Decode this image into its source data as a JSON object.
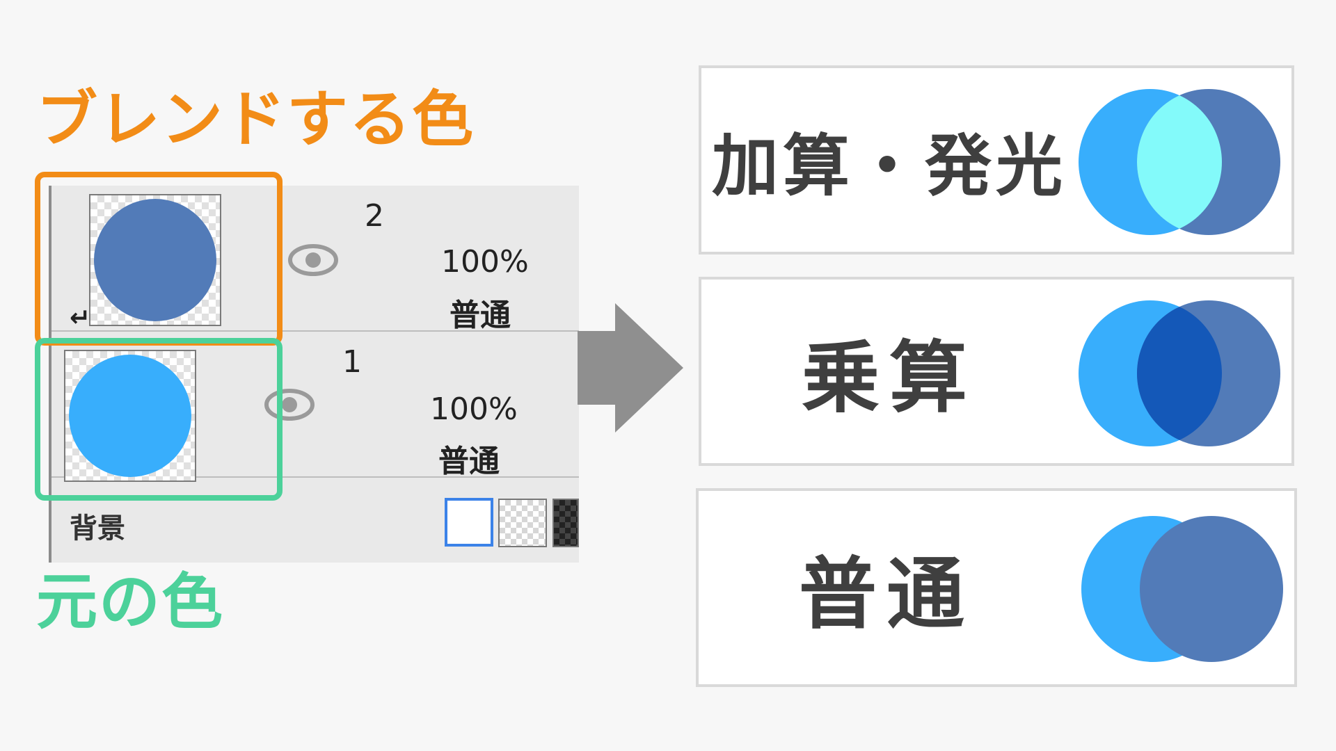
{
  "labels": {
    "blend_color": "ブレンドする色",
    "base_color": "元の色"
  },
  "layer_panel": {
    "layers": [
      {
        "number": "2",
        "opacity": "100%",
        "blend_mode": "普通",
        "thumbnail_color": "#527bb8",
        "clipped": true,
        "visible_icon": "eye-icon"
      },
      {
        "number": "1",
        "opacity": "100%",
        "blend_mode": "普通",
        "thumbnail_color": "#38aefc",
        "clipped": false,
        "visible_icon": "eye-icon"
      }
    ],
    "background": {
      "label": "背景",
      "swatches": [
        "white",
        "checker",
        "dark-checker"
      ],
      "selected": "white"
    }
  },
  "results": [
    {
      "title": "加算・発光",
      "overlap_color": "#83fafa"
    },
    {
      "title": "乗算",
      "overlap_color": "#1458b8"
    },
    {
      "title": "普通",
      "overlap_color": "#527bb8"
    }
  ],
  "colors": {
    "blend_accent": "#f28c17",
    "base_accent": "#4cd19a",
    "blend_circle": "#527bb8",
    "base_circle": "#38aefc",
    "arrow": "#8f8f8f"
  }
}
